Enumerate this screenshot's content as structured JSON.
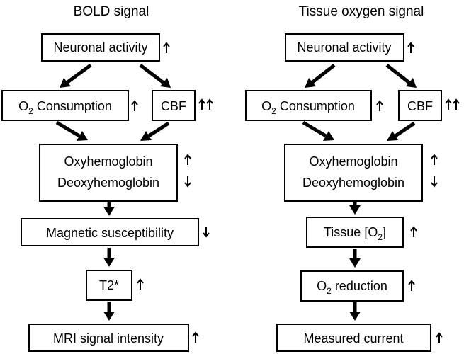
{
  "bold": {
    "title": "BOLD signal",
    "neuronal": "Neuronal activity",
    "o2_consumption": {
      "pre": "O",
      "sub": "2",
      "post": " Consumption"
    },
    "cbf": "CBF",
    "oxy": "Oxyhemoglobin",
    "deoxy": "Deoxyhemoglobin",
    "magnetic": "Magnetic susceptibility",
    "t2": "T2*",
    "mri": "MRI signal intensity"
  },
  "tissue": {
    "title": "Tissue oxygen signal",
    "neuronal": "Neuronal activity",
    "o2_consumption": {
      "pre": "O",
      "sub": "2",
      "post": " Consumption"
    },
    "cbf": "CBF",
    "oxy": "Oxyhemoglobin",
    "deoxy": "Deoxyhemoglobin",
    "tissue_o2": {
      "pre": "Tissue [O",
      "sub": "2",
      "post": "]"
    },
    "o2_reduction": {
      "pre": "O",
      "sub": "2",
      "post": " reduction"
    },
    "current": "Measured current"
  },
  "indicators": {
    "bold": {
      "neuronal": "up",
      "o2_consumption": "up",
      "cbf": "double-up",
      "oxy": "up",
      "deoxy": "down",
      "magnetic": "down",
      "t2": "up",
      "mri": "up"
    },
    "tissue": {
      "neuronal": "up",
      "o2_consumption": "up",
      "cbf": "double-up",
      "oxy": "up",
      "deoxy": "down",
      "tissue_o2": "up",
      "o2_reduction": "up",
      "current": "up"
    }
  }
}
